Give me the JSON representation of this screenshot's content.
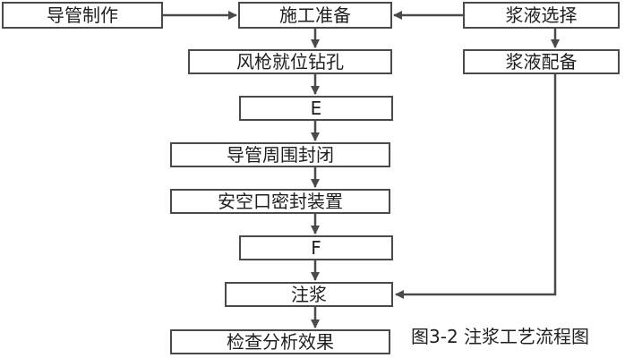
{
  "diagram": {
    "nodes": {
      "conduit_making": "导管制作",
      "construction_prep": "施工准备",
      "slurry_selection": "浆液选择",
      "air_gun_drilling": "风枪就位钻孔",
      "slurry_mixing": "浆液配备",
      "step_e": "E",
      "conduit_sealing": "导管周围封闭",
      "safety_seal": "安空口密封装置",
      "step_f": "F",
      "grouting": "注浆",
      "inspection": "检查分析效果"
    },
    "caption": "图3-2  注浆工艺流程图",
    "colors": {
      "line": "#4a4a4a",
      "border": "#4a4a4a",
      "text": "#1e1e1e",
      "background": "#ffffff"
    }
  }
}
